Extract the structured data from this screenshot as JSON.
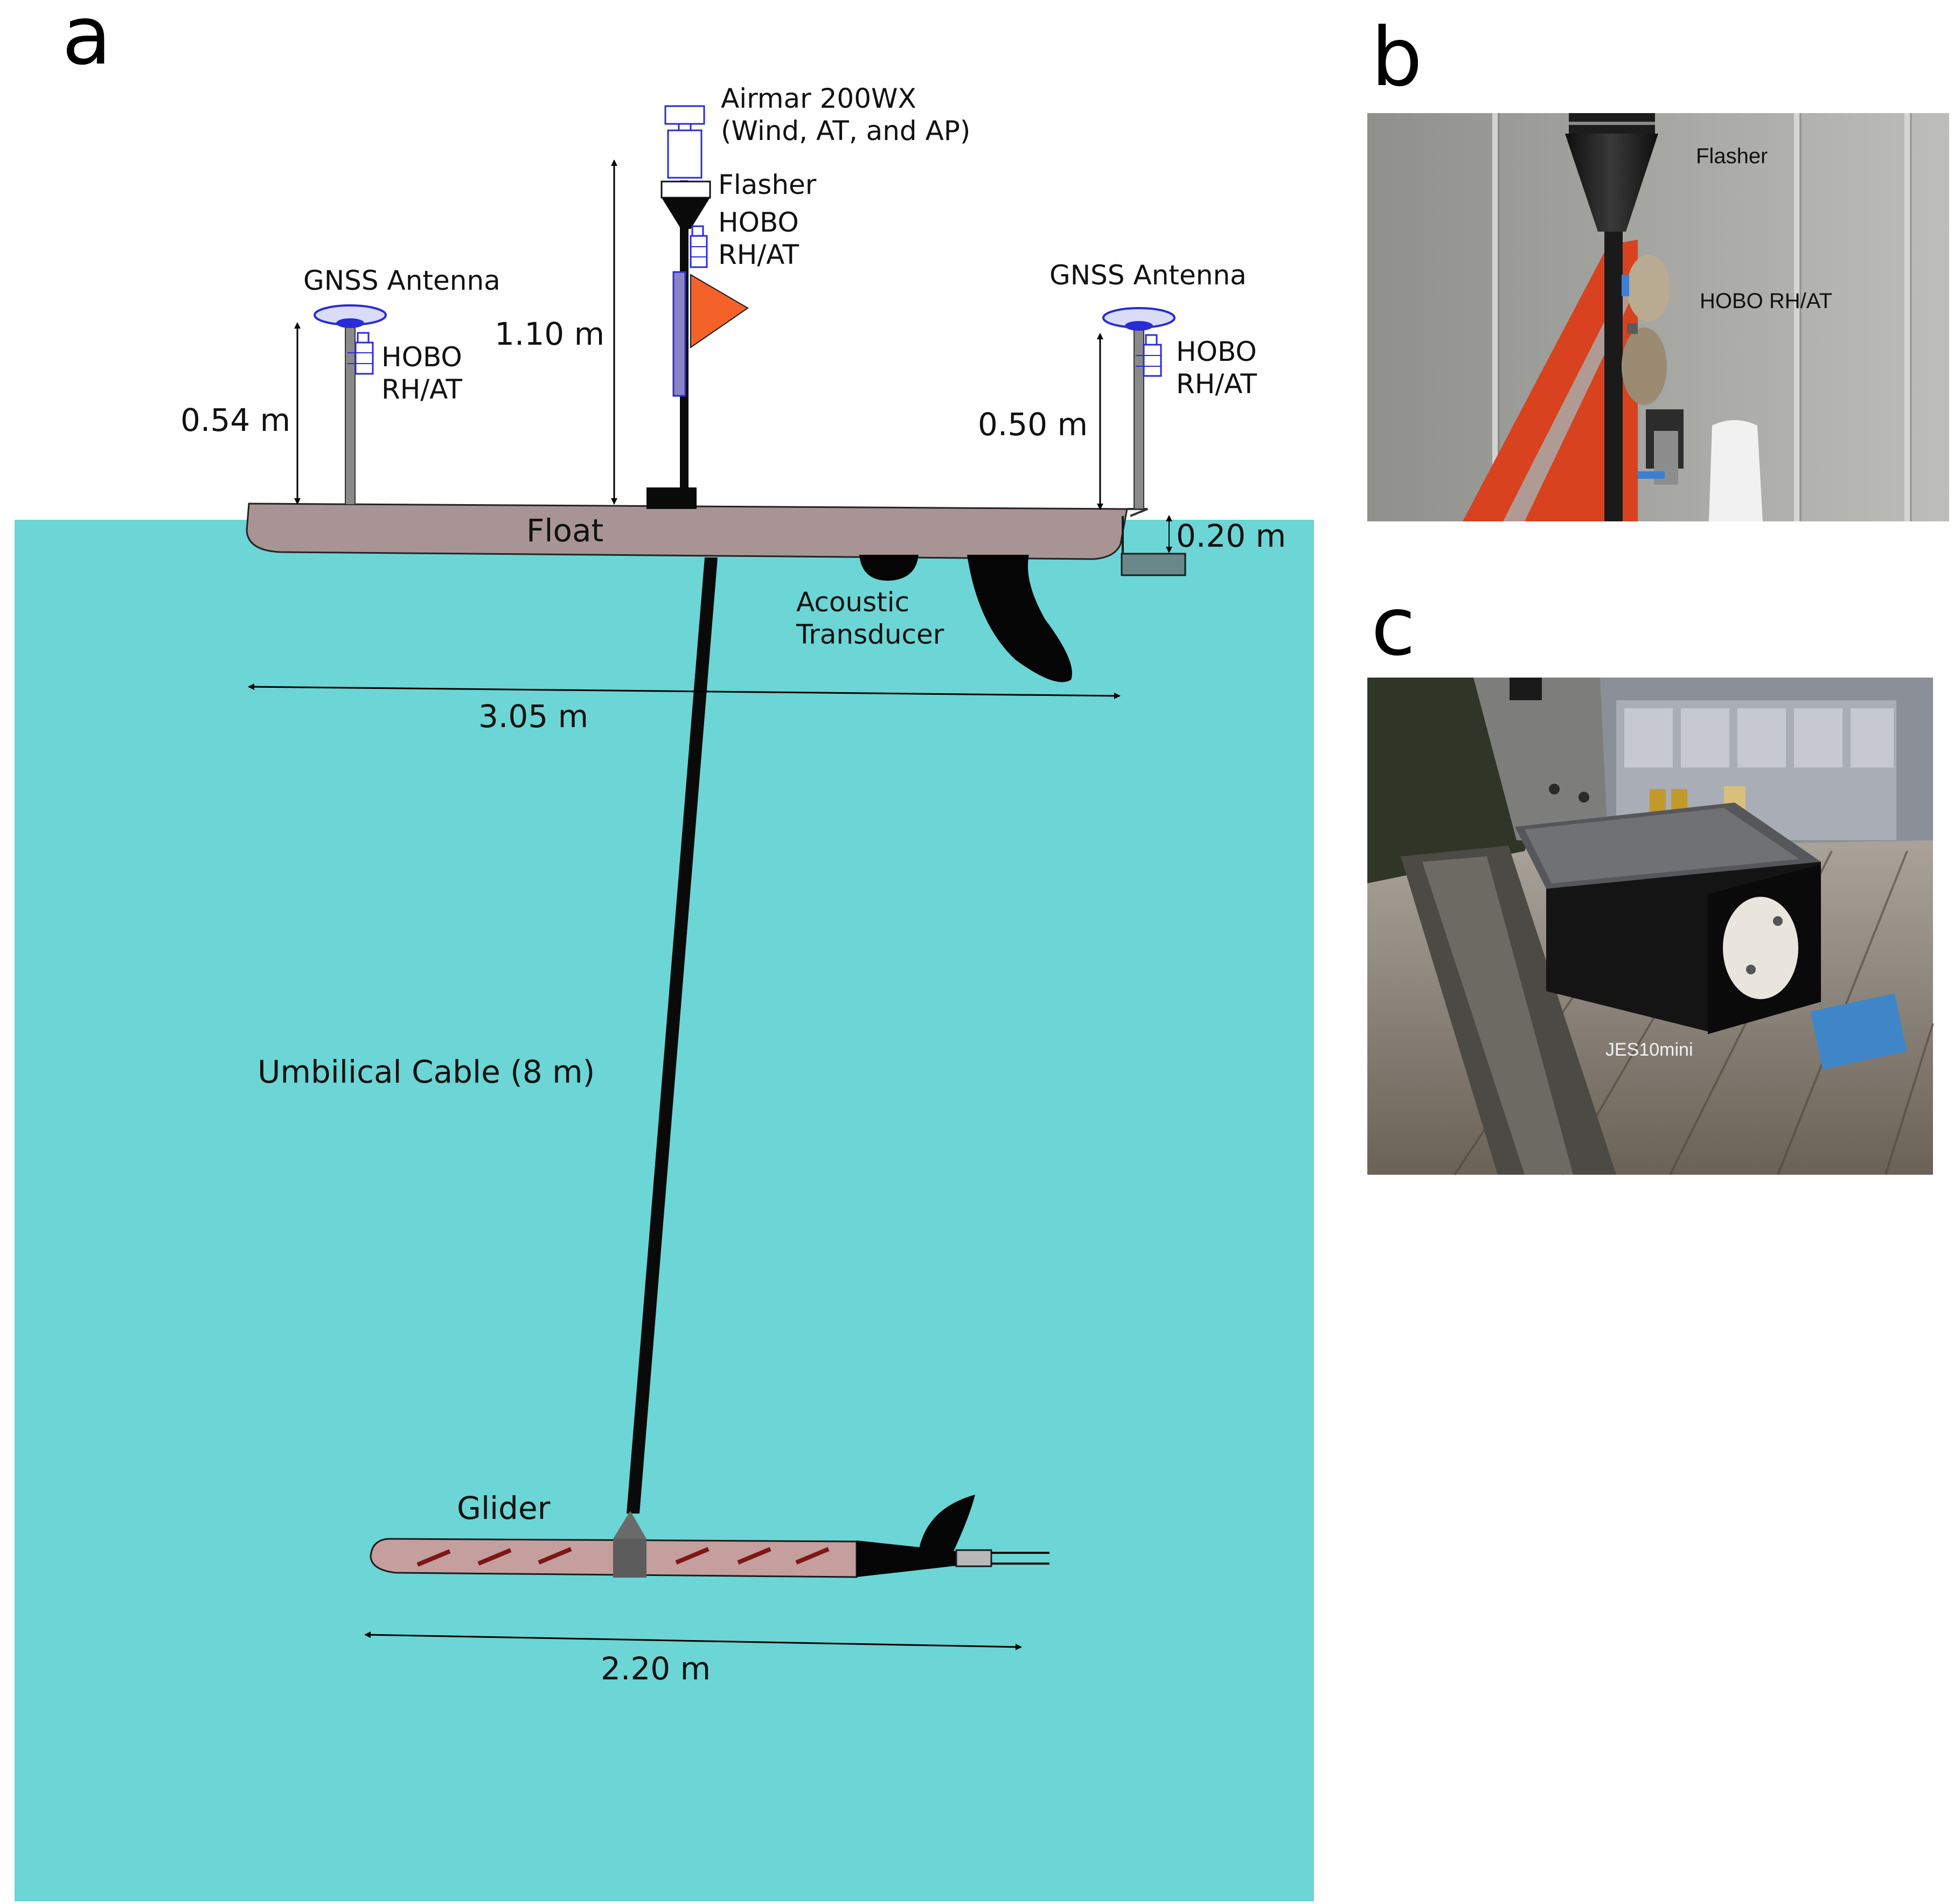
{
  "panels": {
    "a": "a",
    "b": "b",
    "c": "c"
  },
  "labels": {
    "airmar_line1": "Airmar 200WX",
    "airmar_line2": "(Wind, AT, and AP)",
    "flasher": "Flasher",
    "hobo_center_line1": "HOBO",
    "hobo_center_line2": "RH/AT",
    "gnss_left": "GNSS Antenna",
    "gnss_right": "GNSS Antenna",
    "hobo_left_line1": "HOBO",
    "hobo_left_line2": "RH/AT",
    "hobo_right_line1": "HOBO",
    "hobo_right_line2": "RH/AT",
    "float": "Float",
    "acoustic_line1": "Acoustic",
    "acoustic_line2": "Transducer",
    "umbilical": "Umbilical Cable (8 m)",
    "glider": "Glider"
  },
  "dimensions": {
    "mast_height": "1.10 m",
    "left_antenna_height": "0.54 m",
    "right_antenna_height": "0.50 m",
    "transducer_depth": "0.20 m",
    "float_length": "3.05 m",
    "glider_length": "2.20 m"
  },
  "photo_b": {
    "flasher": "Flasher",
    "hobo": "HOBO RH/AT"
  },
  "photo_c": {
    "sensor": "JES10mini"
  },
  "colors": {
    "water": "#6cd5d5",
    "float": "#a89494",
    "flag": "#f4622a",
    "sensor_outline": "#2a2ad8",
    "pole": "#8a8a8a"
  }
}
